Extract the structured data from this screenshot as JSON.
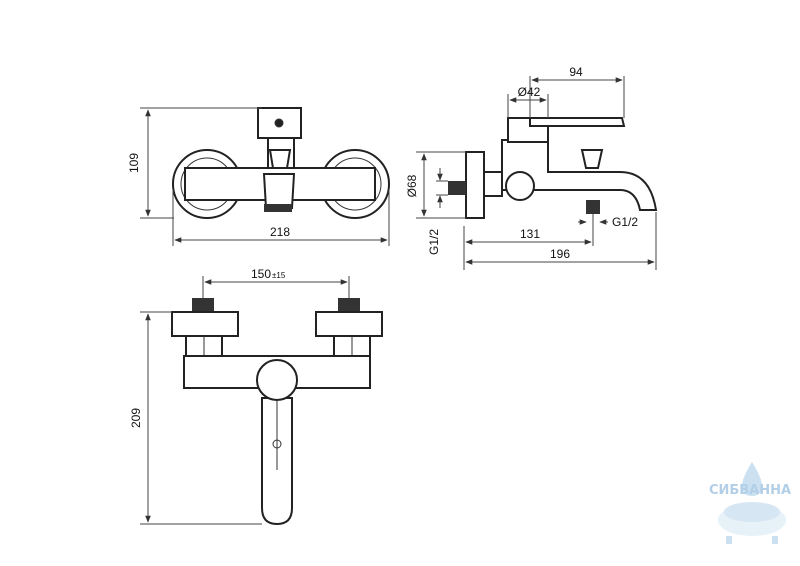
{
  "dimensions": {
    "front_width": "218",
    "front_height": "109",
    "inlet_spacing": "150",
    "inlet_spacing_tolerance": "±15",
    "top_height": "209",
    "side_knob_diameter": "Ø42",
    "side_handle_reach": "94",
    "side_flange_diameter": "Ø68",
    "side_inlet_thread": "G1/2",
    "side_outlet_thread": "G1/2",
    "side_spout_to_outlet": "131",
    "side_total_depth": "196"
  },
  "watermark": {
    "brand": "СИБВАННА"
  }
}
